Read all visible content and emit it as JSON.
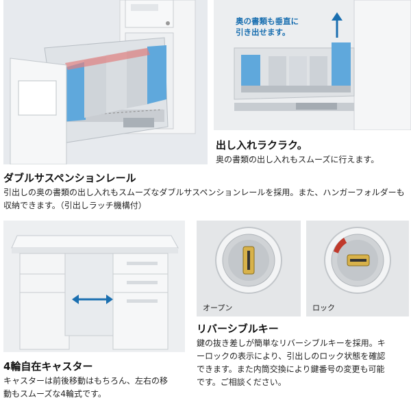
{
  "photos": {
    "drawer_inner_overlay": "奥の書類も垂直に\n引き出せます。",
    "key_open_caption": "オープン",
    "key_lock_caption": "ロック"
  },
  "sections": {
    "easy_access": {
      "heading": "出し入れラクラク。",
      "body": "奥の書類の出し入れもスムーズに行えます。"
    },
    "double_suspension": {
      "heading": "ダブルサスペンションレール",
      "body": "引出しの奥の書類の出し入れもスムーズなダブルサスペンションレールを採用。また、ハンガーフォルダーも収納できます。（引出しラッチ機構付）"
    },
    "casters": {
      "heading": "4輪自在キャスター",
      "body": "キャスターは前後移動はもちろん、左右の移動もスムーズな4輪式です。"
    },
    "reversible_key": {
      "heading": "リバーシブルキー",
      "body": "鍵の抜き差しが簡単なリバーシブルキーを採用。キーロックの表示により、引出しのロック状態を確認できます。また内筒交換により鍵番号の変更も可能です。ご相談ください。"
    }
  },
  "colors": {
    "accent_blue": "#1a6fb0",
    "folder_blue": "#5fa8dc",
    "lock_red": "#c0392b"
  }
}
